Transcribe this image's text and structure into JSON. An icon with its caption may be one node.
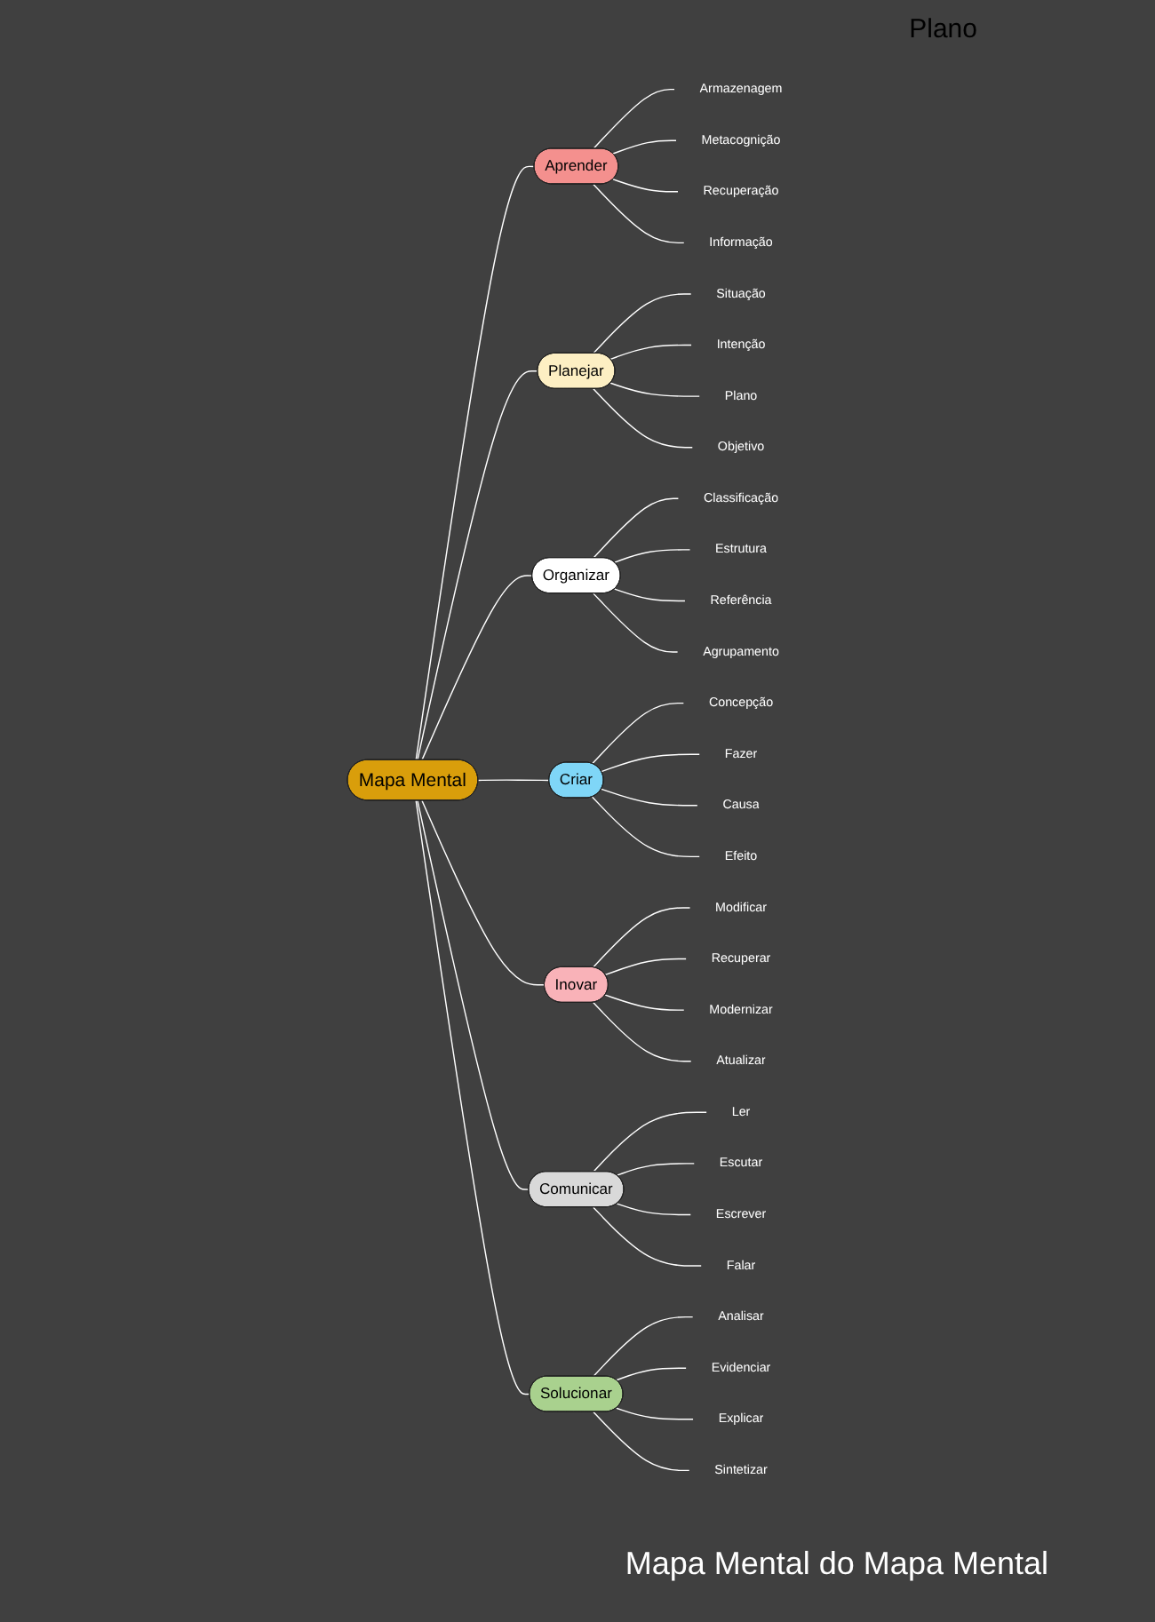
{
  "diagram": {
    "caption": "Mapa Mental do Mapa Mental",
    "nodes": [
      {
        "text": [
          "Mapa Mental"
        ]
      },
      {
        "text": [
          "Aprender"
        ]
      },
      {
        "text": [
          "Armazenagem"
        ]
      },
      {
        "text": [
          "Metacognição"
        ]
      },
      {
        "text": [
          "Recuperação"
        ]
      },
      {
        "text": [
          "Informação"
        ]
      },
      {
        "text": [
          "Planejar"
        ]
      },
      {
        "text": [
          "Situação"
        ]
      },
      {
        "text": [
          "Intenção"
        ]
      },
      {
        "text": [
          "Plano"
        ]
      },
      {
        "text": [
          "Objetivo"
        ]
      },
      {
        "text": [
          "Organizar"
        ]
      },
      {
        "text": [
          "Classificação"
        ]
      },
      {
        "text": [
          "Estrutura"
        ]
      },
      {
        "text": [
          "Referência"
        ]
      },
      {
        "text": [
          "Agrupamento"
        ]
      },
      {
        "text": [
          "Criar"
        ]
      },
      {
        "text": [
          "Concepção"
        ]
      },
      {
        "text": [
          "Fazer"
        ]
      },
      {
        "text": [
          "Causa"
        ]
      },
      {
        "text": [
          "Efeito"
        ]
      },
      {
        "text": [
          "Inovar"
        ]
      },
      {
        "text": [
          "Modificar"
        ]
      },
      {
        "text": [
          "Recuperar"
        ]
      },
      {
        "text": [
          "Modernizar"
        ]
      },
      {
        "text": [
          "Atualizar"
        ]
      },
      {
        "text": [
          "Comunicar"
        ]
      },
      {
        "text": [
          "Ler"
        ]
      },
      {
        "text": [
          "Escutar"
        ]
      },
      {
        "text": [
          "Escrever"
        ]
      },
      {
        "text": [
          "Falar"
        ]
      },
      {
        "text": [
          "Solucionar"
        ]
      },
      {
        "text": [
          "Analisar"
        ]
      },
      {
        "text": [
          "Evidenciar"
        ]
      },
      {
        "text": [
          "Explicar"
        ]
      },
      {
        "text": [
          "Sintetizar"
        ]
      }
    ],
    "edges": [
      {
        "from": 0,
        "to": 1,
        "arrow": "none"
      },
      {
        "from": 1,
        "to": 2,
        "arrow": "none"
      },
      {
        "from": 1,
        "to": 3,
        "arrow": "none"
      },
      {
        "from": 1,
        "to": 4,
        "arrow": "none"
      },
      {
        "from": 1,
        "to": 5,
        "arrow": "none"
      },
      {
        "from": 0,
        "to": 6,
        "arrow": "none"
      },
      {
        "from": 6,
        "to": 7,
        "arrow": "none"
      },
      {
        "from": 6,
        "to": 8,
        "arrow": "none"
      },
      {
        "from": 6,
        "to": 9,
        "arrow": "none"
      },
      {
        "from": 6,
        "to": 10,
        "arrow": "none"
      },
      {
        "from": 0,
        "to": 11,
        "arrow": "none"
      },
      {
        "from": 11,
        "to": 12,
        "arrow": "none"
      },
      {
        "from": 11,
        "to": 13,
        "arrow": "none"
      },
      {
        "from": 11,
        "to": 14,
        "arrow": "none"
      },
      {
        "from": 11,
        "to": 15,
        "arrow": "none"
      },
      {
        "from": 0,
        "to": 16,
        "arrow": "none"
      },
      {
        "from": 16,
        "to": 17,
        "arrow": "none"
      },
      {
        "from": 16,
        "to": 18,
        "arrow": "none"
      },
      {
        "from": 16,
        "to": 19,
        "arrow": "none"
      },
      {
        "from": 16,
        "to": 20,
        "arrow": "none"
      },
      {
        "from": 0,
        "to": 21,
        "arrow": "none"
      },
      {
        "from": 21,
        "to": 22,
        "arrow": "none"
      },
      {
        "from": 21,
        "to": 23,
        "arrow": "none"
      },
      {
        "from": 21,
        "to": 24,
        "arrow": "none"
      },
      {
        "from": 21,
        "to": 25,
        "arrow": "none"
      },
      {
        "from": 0,
        "to": 26,
        "arrow": "none"
      },
      {
        "from": 26,
        "to": 27,
        "arrow": "none"
      },
      {
        "from": 26,
        "to": 28,
        "arrow": "none"
      },
      {
        "from": 26,
        "to": 29,
        "arrow": "none"
      },
      {
        "from": 26,
        "to": 30,
        "arrow": "none"
      },
      {
        "from": 0,
        "to": 31,
        "arrow": "none"
      },
      {
        "from": 31,
        "to": 32,
        "arrow": "none"
      },
      {
        "from": 31,
        "to": 33,
        "arrow": "none"
      },
      {
        "from": 31,
        "to": 34,
        "arrow": "none"
      },
      {
        "from": 31,
        "to": 35,
        "arrow": "none"
      }
    ],
    "labels": [
      "Plano"
    ]
  }
}
